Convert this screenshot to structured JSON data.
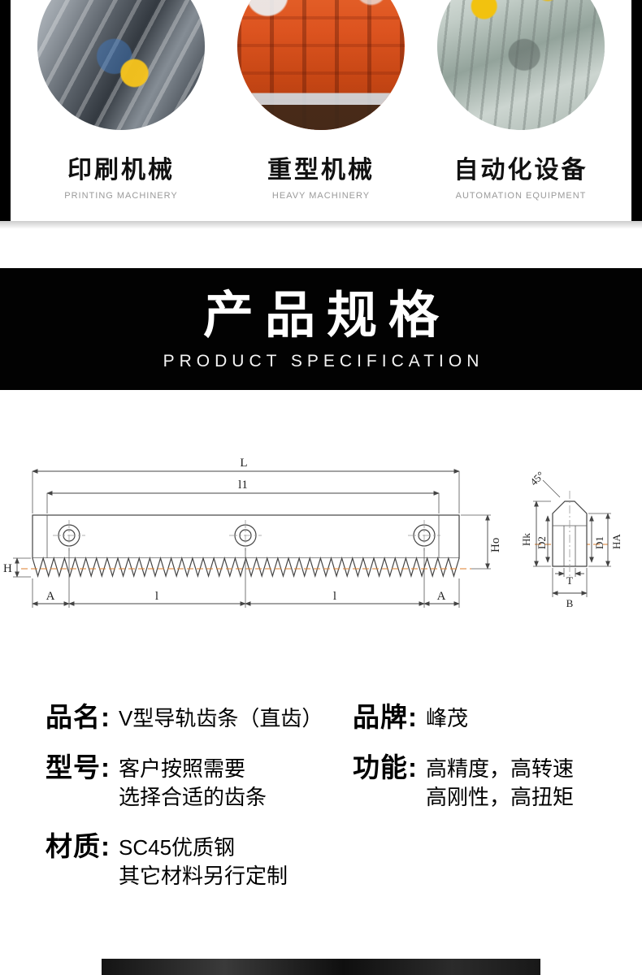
{
  "hero": {
    "categories": [
      {
        "title": "印刷机械",
        "subtitle": "PRINTING MACHINERY"
      },
      {
        "title": "重型机械",
        "subtitle": "HEAVY MACHINERY"
      },
      {
        "title": "自动化设备",
        "subtitle": "AUTOMATION EQUIPMENT"
      }
    ]
  },
  "banner": {
    "title": "产品规格",
    "subtitle": "PRODUCT SPECIFICATION"
  },
  "drawing": {
    "centerline_color": "#dd7e2b",
    "labels": {
      "L": "L",
      "l1": "l1",
      "H": "H",
      "Ho": "Ho",
      "A": "A",
      "l": "l",
      "angle": "45°",
      "Hk": "Hk",
      "D2": "D2",
      "D1": "D1",
      "HA": "HA",
      "T": "T",
      "B": "B"
    }
  },
  "specs": {
    "left": [
      {
        "label": "品名:",
        "lines": [
          "V型导轨齿条（直齿）"
        ]
      },
      {
        "label": "型号:",
        "lines": [
          "客户按照需要",
          "选择合适的齿条"
        ]
      },
      {
        "label": "材质:",
        "lines": [
          "SC45优质钢",
          "其它材料另行定制"
        ]
      }
    ],
    "right": [
      {
        "label": "品牌:",
        "lines": [
          "峰茂"
        ]
      },
      {
        "label": "功能:",
        "lines": [
          "高精度，高转速",
          "高刚性，高扭矩"
        ]
      }
    ]
  }
}
